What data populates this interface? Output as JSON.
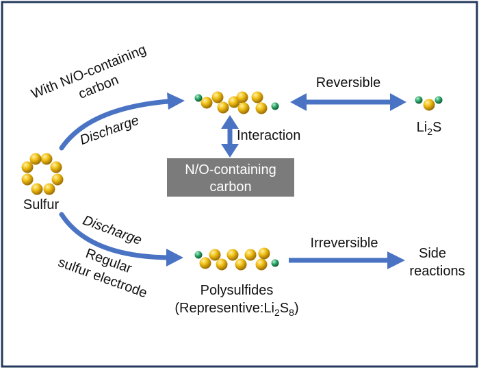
{
  "colors": {
    "frame": "#243a5c",
    "arrow": "#4a74c3",
    "sulfur": "#e9b10c",
    "lithium": "#2ba66a",
    "box": "#7b7b7b"
  },
  "labels": {
    "sulfur": "Sulfur",
    "top_branch_line1": "With N/O-containing",
    "top_branch_line2": "carbon",
    "discharge_top": "Discharge",
    "reversible": "Reversible",
    "li2s_main": "Li",
    "li2s_sub": "2",
    "li2s_tail": "S",
    "interaction": "Interaction",
    "box_line1": "N/O-containing",
    "box_line2": "carbon",
    "discharge_bottom": "Discharge",
    "bottom_branch_line1": "Regular",
    "bottom_branch_line2": "sulfur electrode",
    "polysulfides": "Polysulfides",
    "representive_prefix": "(Representive:Li",
    "representive_sub1": "2",
    "representive_s": "S",
    "representive_sub2": "8",
    "representive_close": ")",
    "irreversible": "Irreversible",
    "side_line1": "Side",
    "side_line2": "reactions"
  },
  "icons": [
    "sulfur-ring-icon",
    "polysulfide-chain-icon",
    "li2s-molecule-icon"
  ]
}
